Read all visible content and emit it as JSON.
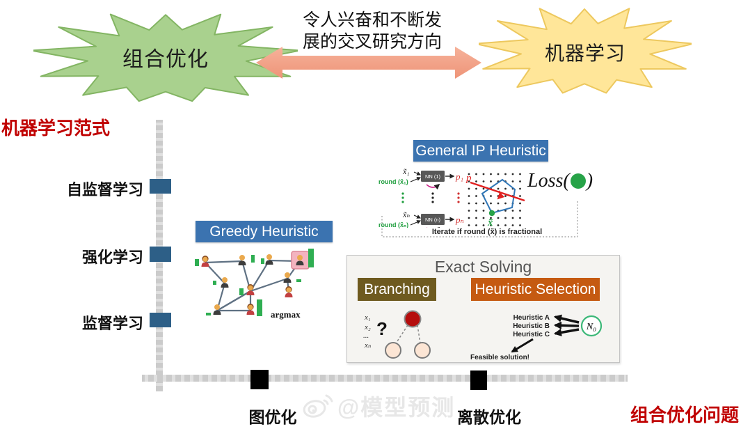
{
  "banner": {
    "left_burst_label": "组合优化",
    "right_burst_label": "机器学习",
    "caption_line1": "令人兴奋和不断发",
    "caption_line2": "展的交叉研究方向"
  },
  "y_axis": {
    "title": "机器学习范式",
    "items": [
      {
        "label": "自监督学习"
      },
      {
        "label": "强化学习"
      },
      {
        "label": "监督学习"
      }
    ]
  },
  "x_axis": {
    "title": "组合优化问题",
    "items": [
      {
        "label": "图优化"
      },
      {
        "label": "离散优化"
      }
    ]
  },
  "greedy": {
    "title": "Greedy Heuristic",
    "annotation": "argmax"
  },
  "general_ip": {
    "title": "General IP Heuristic",
    "input_1": "x̃₁",
    "round_1": "round (x̃₁)",
    "nn_1": "NN (1)",
    "output_1": "p₁",
    "input_n": "x̃ₙ",
    "round_n": "round (x̃ₙ)",
    "nn_n": "NN (n)",
    "output_n": "pₙ",
    "p_label": "p",
    "x_label": "x̃",
    "loss_prefix": "Loss(",
    "loss_suffix": ")",
    "iterate_note": "Iterate if round (x̃) is fractional"
  },
  "exact_solving": {
    "title": "Exact Solving",
    "branching": {
      "title": "Branching",
      "vars": [
        "x₁",
        "x₂",
        "...",
        "xₙ"
      ],
      "question_mark": "?"
    },
    "heuristic_selection": {
      "title": "Heuristic Selection",
      "options": [
        "Heuristic A",
        "Heuristic B",
        "Heuristic C"
      ],
      "node_label": "N₀",
      "result": "Feasible solution!"
    }
  },
  "watermark": {
    "handle": "@模型预测"
  },
  "colors": {
    "burst_green": "#a9d18e",
    "burst_yellow": "#ffe699",
    "arrow_salmon": "#f2a185",
    "panel_blue": "#3b73b0",
    "marker_blue": "#2d5f87",
    "branching_olive": "#6e5a1f",
    "selection_orange": "#c55a11",
    "accent_red": "#c00000"
  }
}
